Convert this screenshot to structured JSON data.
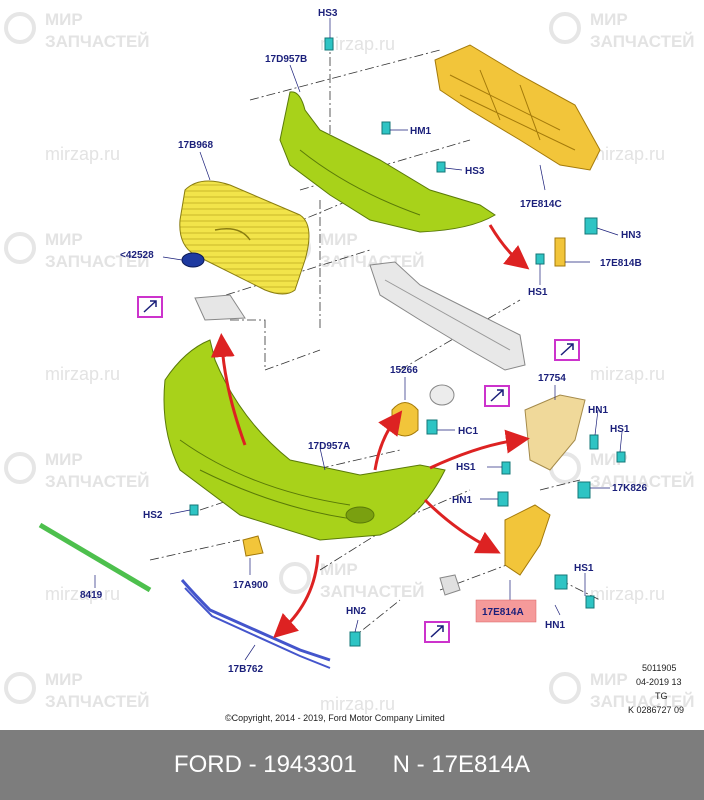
{
  "watermark": {
    "brand_line1": "МИР",
    "brand_line2": "ЗАПЧАСТЕЙ",
    "url": "mirzap.ru"
  },
  "labels": {
    "hs3_top": "HS3",
    "d957b": "17D957B",
    "hm1": "HM1",
    "hs3_mid": "HS3",
    "b968": "17B968",
    "e814c": "17E814C",
    "hn3": "HN3",
    "e814b": "17E814B",
    "hs1_top": "HS1",
    "n42528": "<42528",
    "n15266": "15266",
    "hc1": "HC1",
    "n17754": "17754",
    "hn1_r1": "HN1",
    "hs1_r1": "HS1",
    "d957a": "17D957A",
    "hs1_mid": "HS1",
    "k826": "17K826",
    "hn1_mid": "HN1",
    "hs2": "HS2",
    "a900": "17A900",
    "n8419": "8419",
    "e814a": "17E814A",
    "hs1_low": "HS1",
    "hn1_low": "HN1",
    "hn2": "HN2",
    "b762": "17B762"
  },
  "copyright": "©Copyright, 2014 - 2019, Ford Motor Company Limited",
  "meta": {
    "line1": "5011905",
    "line2": "04-2019 13",
    "line3": "TG",
    "line4": "K 0286727 09"
  },
  "footer": {
    "left": "FORD - 1943301",
    "right": "N - 17E814A"
  },
  "colors": {
    "label_blue": "#1a1f7a",
    "bumper_green": "#a8d21a",
    "grille_yellow": "#f2e44a",
    "bracket_gold": "#f2c53a",
    "clip_teal": "#2ec4c4",
    "arrow_red": "#dd2222",
    "highlight": "#f59a9a",
    "marker_magenta": "#cc33cc",
    "strip_green": "#4dc04d",
    "bar_blue": "#4455cc",
    "footer_bg": "#7d7d7d"
  }
}
